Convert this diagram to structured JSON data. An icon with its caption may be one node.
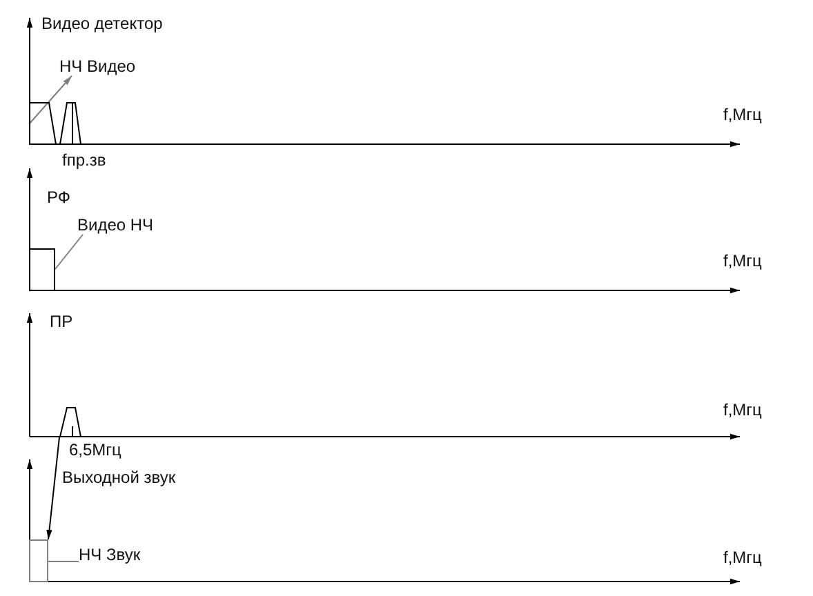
{
  "diagram": {
    "nodes": [
      {
        "text": [
          "НЧ Видео"
        ]
      },
      {
        "text": [],
        "shape": "trapezoid"
      },
      {
        "text": [
          "Видео НЧ"
        ]
      },
      {
        "text": [],
        "shape": "box"
      },
      {
        "text": [],
        "shape": "trapezoid"
      },
      {
        "text": [],
        "shape": "box"
      },
      {
        "text": [
          "НЧ Звук"
        ]
      }
    ],
    "edges": [
      {
        "from": 1,
        "to": 0,
        "arrow": "to"
      },
      {
        "from": 3,
        "to": 2,
        "arrow": "none"
      },
      {
        "from": 4,
        "to": 5,
        "arrow": "to",
        "color": "#000000"
      },
      {
        "from": 5,
        "to": 6,
        "arrow": "none"
      }
    ],
    "labels": [
      "Видео детектор",
      "f,Мгц",
      "fпр.зв",
      "РФ",
      "f,Мгц",
      "ПР",
      "f,Мгц",
      "6,5Мгц",
      "Выходной звук",
      "f,Мгц"
    ]
  }
}
